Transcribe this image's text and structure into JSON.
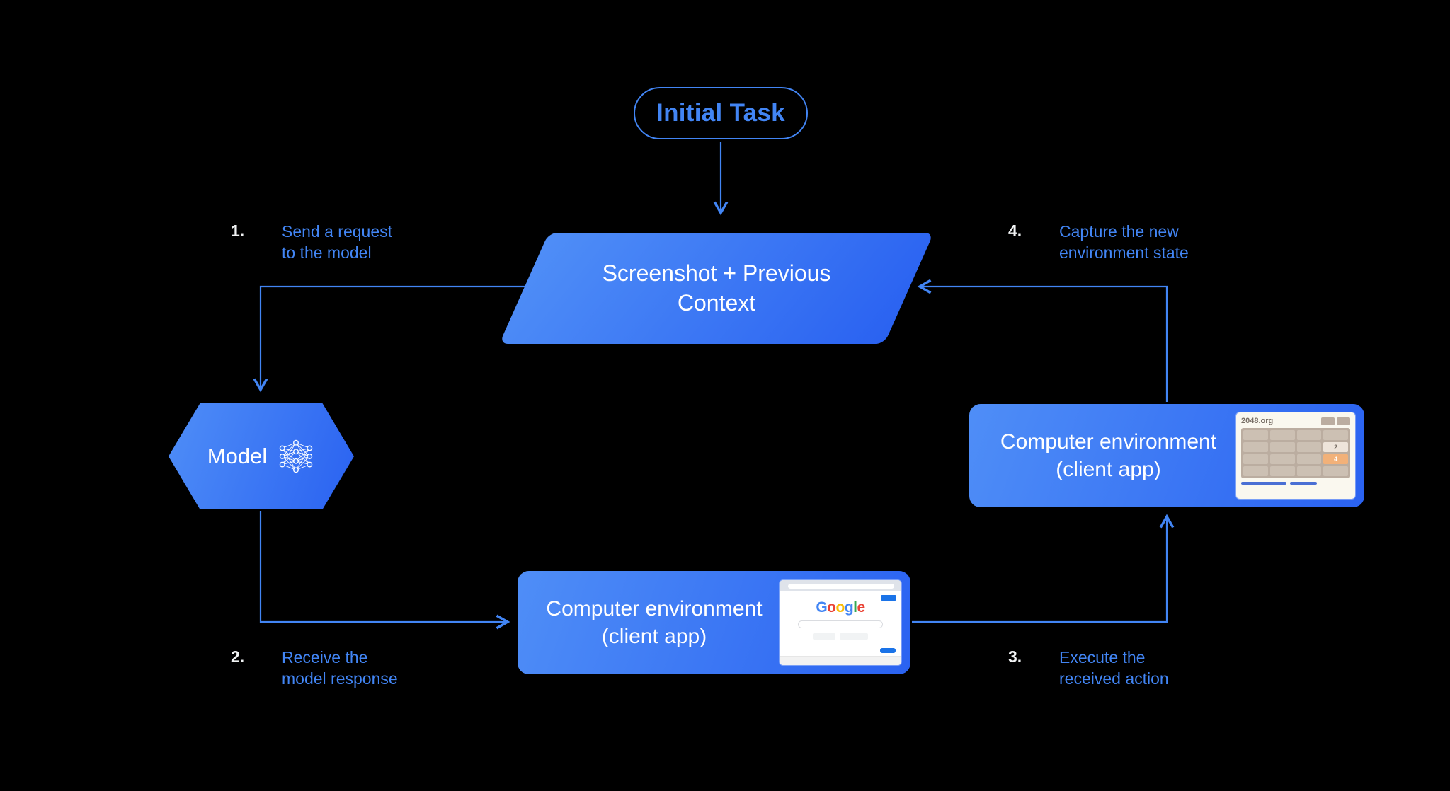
{
  "colors": {
    "background": "#000000",
    "accent": "#4285F4",
    "shape_gradient_start": "#4F8EF7",
    "shape_gradient_end": "#2A62F1",
    "text_on_shape": "#FFFFFF"
  },
  "nodes": {
    "initial_task": "Initial Task",
    "screenshot_context": "Screenshot + Previous\nContext",
    "model": "Model",
    "env_client_bottom": "Computer environment\n(client app)",
    "env_client_right": "Computer environment\n(client app)"
  },
  "steps": [
    {
      "num": "1.",
      "label": "Send a request\nto the model"
    },
    {
      "num": "2.",
      "label": "Receive the\nmodel response"
    },
    {
      "num": "3.",
      "label": "Execute the\nreceived action"
    },
    {
      "num": "4.",
      "label": "Capture the new\nenvironment state"
    }
  ],
  "thumbnails": {
    "google": {
      "logo_letters": [
        "G",
        "o",
        "o",
        "g",
        "l",
        "e"
      ]
    },
    "game2048": {
      "title": "2048.org",
      "tiles": [
        "2",
        "4"
      ]
    }
  }
}
